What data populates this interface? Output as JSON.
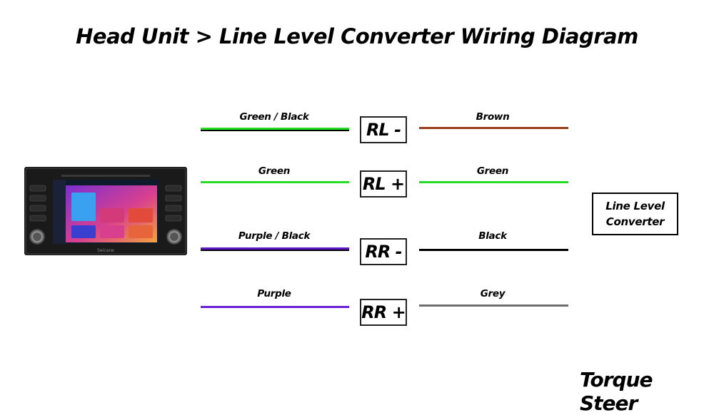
{
  "title": "Head Unit > Line Level Converter Wiring Diagram",
  "channels": [
    {
      "id": "rl-neg",
      "box_label": "RL -",
      "head_wire": "Green / Black",
      "head_color": "#22dd22",
      "head_stripe": true,
      "conv_wire": "Brown",
      "conv_color": "#9a3c1a"
    },
    {
      "id": "rl-pos",
      "box_label": "RL +",
      "head_wire": "Green",
      "head_color": "#22dd22",
      "head_stripe": false,
      "conv_wire": "Green",
      "conv_color": "#22dd22"
    },
    {
      "id": "rr-neg",
      "box_label": "RR -",
      "head_wire": "Purple / Black",
      "head_color": "#5b18c8",
      "head_stripe": true,
      "conv_wire": "Black",
      "conv_color": "#000000"
    },
    {
      "id": "rr-pos",
      "box_label": "RR +",
      "head_wire": "Purple",
      "head_color": "#6a1ed6",
      "head_stripe": false,
      "conv_wire": "Grey",
      "conv_color": "#6e6e6e"
    }
  ],
  "converter": {
    "line1": "Line Level",
    "line2": "Converter"
  },
  "head_unit": {
    "icon": "car-stereo-head-unit-icon",
    "maker": "Seicane"
  },
  "brand": "Torque Steer"
}
